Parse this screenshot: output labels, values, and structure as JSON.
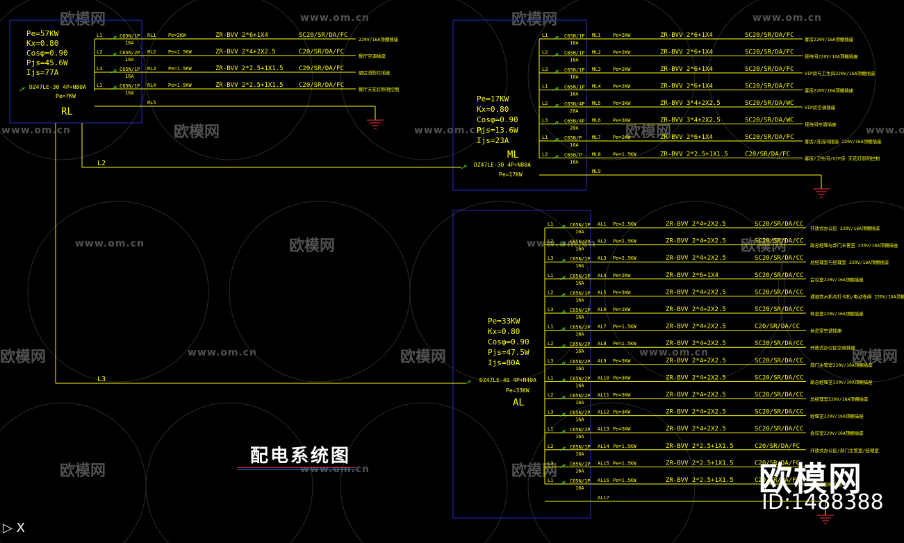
{
  "title": "配电系统图",
  "watermarks": {
    "url_text": "www.om.cn",
    "logo_text": "欧模网",
    "big_name": "欧模网",
    "big_id": "ID:1488388"
  },
  "ucs_icon": "ucs-axis-icon",
  "colors": {
    "background": "#000000",
    "box": "#2a2acc",
    "wire": "#ffff00",
    "text": "#ffff00",
    "breaker": "#33cc33",
    "ground": "#ff3333",
    "title": "#ffffff"
  },
  "panels": {
    "RL": {
      "label": "RL",
      "params": [
        "Pe=57KW",
        "Kx=0.80",
        "Cosφ=0.90",
        "Pjs=45.6W",
        "Ijs=77A"
      ],
      "main_breaker": "DZ47LE-30 4P+N80A",
      "main_pe": "Pe=7KW",
      "spare": "RL5",
      "circuits": [
        {
          "phase": "L1",
          "breaker": "C65N/1P",
          "amp": "16A",
          "id": "RL1",
          "pe": "Pe=2KW",
          "cable": "ZR-BVV 2*6+1X4",
          "conduit": "SC20/SR/DA/FC",
          "note": "220V/16A顶棚插座"
        },
        {
          "phase": "L2",
          "breaker": "C65N/2P",
          "amp": "16A",
          "id": "RL2",
          "pe": "Pe=1.5KW",
          "cable": "ZR-BVV 2*4+2X2.5",
          "conduit": "C20/SR/DA/FC",
          "note": "餐厅空调插座"
        },
        {
          "phase": "L3",
          "breaker": "C65N/1P",
          "amp": "16A",
          "id": "RL3",
          "pe": "Pe=1.5KW",
          "cable": "ZR-BVV 2*2.5+1X1.5",
          "conduit": "C20/SR/DA/FC",
          "note": "厨房消防灯插座"
        },
        {
          "phase": "L1",
          "breaker": "C65N/1P",
          "amp": "16A",
          "id": "RL4",
          "pe": "Pe=1.5KW",
          "cable": "ZR-BVV 2*2.5+1X1.5",
          "conduit": "C20/SR/DA/FC",
          "note": "餐厅天花灯照明控制"
        }
      ]
    },
    "ML": {
      "label": "ML",
      "params": [
        "Pe=17KW",
        "Kx=0.80",
        "Cosφ=0.90",
        "Pjs=13.6W",
        "Ijs=23A"
      ],
      "main_breaker": "DZ47LE-30 4P+N80A",
      "main_pe": "Pe=17KW",
      "spare": "ML9",
      "circuits": [
        {
          "phase": "L1",
          "breaker": "C65N/1P",
          "amp": "16A",
          "id": "ML1",
          "pe": "Pe=2KW",
          "cable": "ZR-BVV 2*6+1X4",
          "conduit": "SC20/SR/DA/FC",
          "note": "客房220V/16A顶棚插座"
        },
        {
          "phase": "L2",
          "breaker": "C65N/1P",
          "amp": "16A",
          "id": "ML2",
          "pe": "Pe=2KW",
          "cable": "ZR-BVV 2*6+1X4",
          "conduit": "SC20/SR/DA/FC",
          "note": "接待间220V/16A顶棚插座"
        },
        {
          "phase": "L3",
          "breaker": "C65N/1P",
          "amp": "16A",
          "id": "ML3",
          "pe": "Pe=2KW",
          "cable": "ZR-BVV 2*6+1X4",
          "conduit": "SC20/SR/DA/FC",
          "note": "VIP房与卫生间220V/16A顶棚插座"
        },
        {
          "phase": "L1",
          "breaker": "C65N/1P",
          "amp": "16A",
          "id": "ML4",
          "pe": "Pe=2KW",
          "cable": "ZR-BVV 2*6+1X4",
          "conduit": "SC20/SR/DA/FC",
          "note": "客房220V/16A顶棚插座"
        },
        {
          "phase": "L2",
          "breaker": "C65N/4P",
          "amp": "20A",
          "id": "ML5",
          "pe": "Pe=3KW",
          "cable": "ZR-BVV 3*4+2X2.5",
          "conduit": "SC20/SR/DA/WC",
          "note": "VIP房空调插座"
        },
        {
          "phase": "L3",
          "breaker": "C65N/4P",
          "amp": "20A",
          "id": "ML6",
          "pe": "Pe=3KW",
          "cable": "ZR-BVV 3*4+2X2.5",
          "conduit": "SC20/SR/DA/WC",
          "note": "接待间空调插座"
        },
        {
          "phase": "L1",
          "breaker": "C65N/P",
          "amp": "16A",
          "id": "ML7",
          "pe": "Pe=2KW",
          "cable": "ZR-BVV 2*6+1X4",
          "conduit": "SC20/SR/DA/FC",
          "note": "客房/洗浴间插座 220V/16A顶棚插座"
        },
        {
          "phase": "L2",
          "breaker": "C65N/P",
          "amp": "16A",
          "id": "ML8",
          "pe": "Pe=1.5KW",
          "cable": "ZR-BVV 2*2.5+1X1.5",
          "conduit": "C20/SR/DA/FC",
          "note": "客房/卫生间/VIP房 天花灯照明控制"
        }
      ]
    },
    "AL": {
      "label": "AL",
      "params": [
        "Pe=33KW",
        "Kx=0.80",
        "Cosφ=0.90",
        "Pjs=47.5W",
        "Ijs=80A"
      ],
      "main_breaker": "DZ47LE-40 4P+N40A",
      "main_pe": "Pe=33KW",
      "spare": "AL17",
      "circuits": [
        {
          "phase": "L1",
          "breaker": "C65N/1P",
          "amp": "16A",
          "id": "AL1",
          "pe": "Pe=2.5KW",
          "cable": "ZR-BVV 2*4+2X2.5",
          "conduit": "SC20/SR/DA/CC",
          "note": "开放式办公区 220V/16A顶棚插座"
        },
        {
          "phase": "L2",
          "breaker": "C65N/2P",
          "amp": "16A",
          "id": "AL2",
          "pe": "Pe=2.5KW",
          "cable": "ZR-BVV 2*4+2X2.5",
          "conduit": "SC20/SR/DA/CC",
          "note": "副总经理与部门主管室 220V/16A顶棚插座"
        },
        {
          "phase": "L3",
          "breaker": "C65N/1P",
          "amp": "16A",
          "id": "AL3",
          "pe": "Pe=2.5KW",
          "cable": "ZR-BVV 2*4+2X2.5",
          "conduit": "SC20/SR/DA/CC",
          "note": "总经理室与经理室 220V/16A顶棚插座"
        },
        {
          "phase": "L1",
          "breaker": "C65N/1P",
          "amp": "16A",
          "id": "AL4",
          "pe": "Pe=2KW",
          "cable": "ZR-BVV 2*6+1X4",
          "conduit": "SC20/SR/DA/CC",
          "note": "会议室220V/16A顶棚插座"
        },
        {
          "phase": "L2",
          "breaker": "C65N/1P",
          "amp": "16A",
          "id": "AL5",
          "pe": "Pe=3KW",
          "cable": "ZR-BVV 2*4+2X2.5",
          "conduit": "SC20/SR/DA/CC",
          "note": "通道饮水机与打卡机/电动卷闸 220V/16A顶棚插座"
        },
        {
          "phase": "L3",
          "breaker": "C65N/1P",
          "amp": "16A",
          "id": "AL6",
          "pe": "Pe=2KW",
          "cable": "ZR-BVV 2*4+2X2.5",
          "conduit": "SC20/SR/DA/CC",
          "note": "休息室220V/16A顶棚插座"
        },
        {
          "phase": "L1",
          "breaker": "C65N/2P",
          "amp": "16A",
          "id": "AL7",
          "pe": "Pe=1.5KW",
          "cable": "ZR-BVV 2*4+2X2.5",
          "conduit": "C20/SR/DA/CC",
          "note": "休息室空调插座"
        },
        {
          "phase": "L2",
          "breaker": "C65N/2P",
          "amp": "16A",
          "id": "AL8",
          "pe": "Pe=1.5KW",
          "cable": "ZR-BVV 2*4+2X2.5",
          "conduit": "SC20/SR/DA/CC",
          "note": "开放式办公区空调插座"
        },
        {
          "phase": "L3",
          "breaker": "C65N/2P",
          "amp": "16A",
          "id": "AL9",
          "pe": "Pe=3KW",
          "cable": "ZR-BVV 2*4+2X2.5",
          "conduit": "SC20/SR/DA/CC",
          "note": "部门主管室220V/16A顶棚插座"
        },
        {
          "phase": "L1",
          "breaker": "C65N/2P",
          "amp": "16A",
          "id": "AL10",
          "pe": "Pe=3KW",
          "cable": "ZR-BVV 2*4+2X2.5",
          "conduit": "SC20/SR/DA/CC",
          "note": "副总经理室220V/16A顶棚插座"
        },
        {
          "phase": "L2",
          "breaker": "C65N/2P",
          "amp": "16A",
          "id": "AL11",
          "pe": "Pe=3KW",
          "cable": "ZR-BVV 2*4+2X2.5",
          "conduit": "SC20/SR/DA/CC",
          "note": "总经理室220V/16A顶棚插座"
        },
        {
          "phase": "L3",
          "breaker": "C65N/2P",
          "amp": "16A",
          "id": "AL12",
          "pe": "Pe=3KW",
          "cable": "ZR-BVV 2*4+2X2.5",
          "conduit": "SC20/SR/DA/CC",
          "note": "经理室220V/16A顶棚插座"
        },
        {
          "phase": "L1",
          "breaker": "C65N/2P",
          "amp": "16A",
          "id": "AL13",
          "pe": "Pe=3KW",
          "cable": "ZR-BVV 2*4+2X2.5",
          "conduit": "SC20/SR/DA/CC",
          "note": "会议室220V/16A顶棚插座"
        },
        {
          "phase": "L2",
          "breaker": "C65N/1P",
          "amp": "16A",
          "id": "AL14",
          "pe": "Pe=1.5KW",
          "cable": "ZR-BVV 2*2.5+1X1.5",
          "conduit": "C20/SR/DA/FC",
          "note": "开放式办公区/部门主管室/经理室"
        },
        {
          "phase": "L3",
          "breaker": "C65N/1P",
          "amp": "16A",
          "id": "AL15",
          "pe": "Pe=1.5KW",
          "cable": "ZR-BVV 2*2.5+1X1.5",
          "conduit": "C20/SR/DA/FC",
          "note": ""
        },
        {
          "phase": "L1",
          "breaker": "C65N/1P",
          "amp": "16A",
          "id": "AL16",
          "pe": "Pe=1.5KW",
          "cable": "ZR-BVV 2*2.5+1X1.5",
          "conduit": "C20/SR/DA/FC",
          "note": "天花灯照明控制"
        }
      ]
    }
  },
  "feeders": [
    "L2",
    "L3"
  ]
}
